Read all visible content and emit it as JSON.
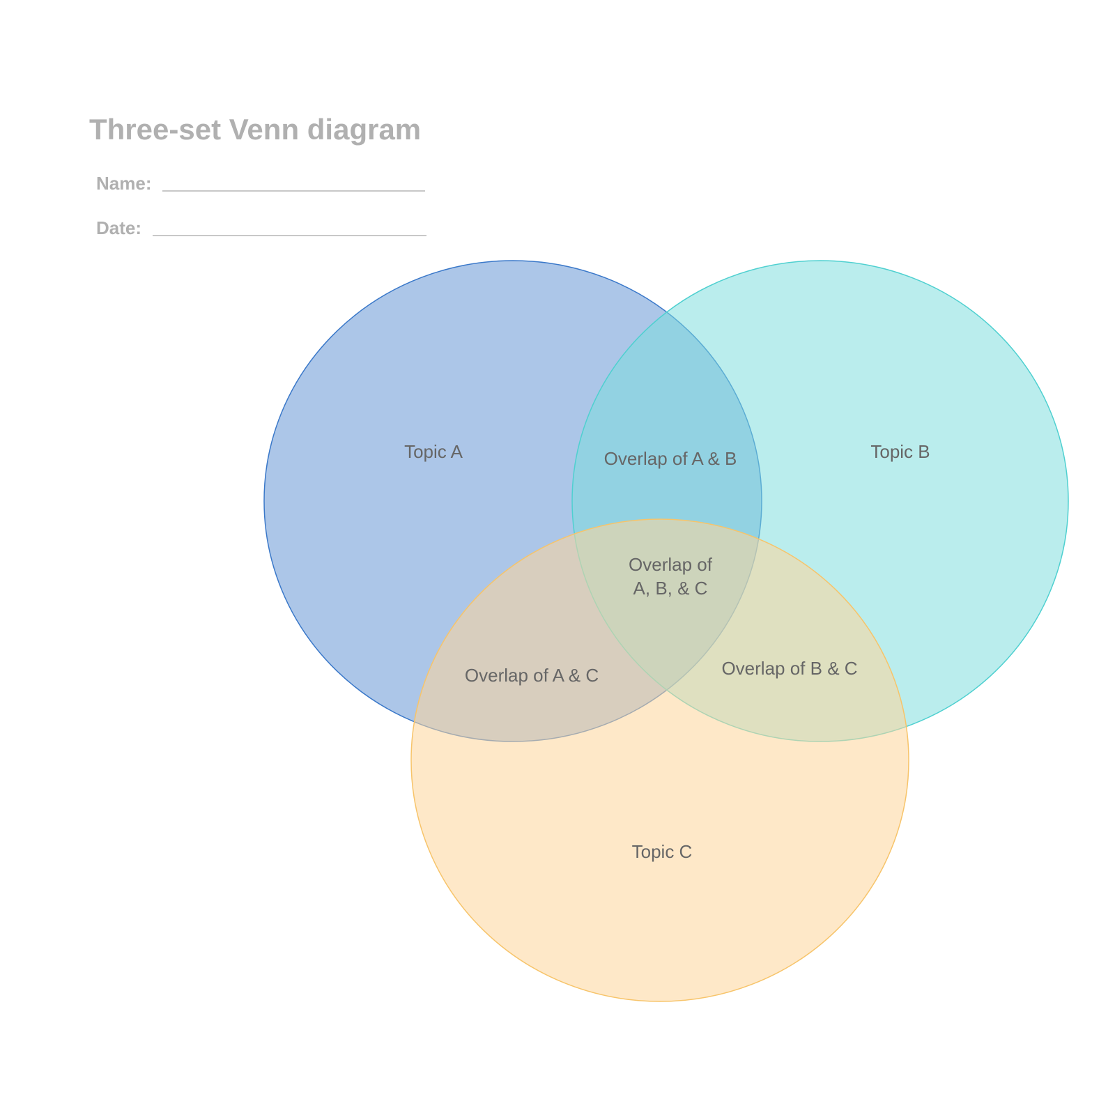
{
  "header": {
    "title": "Three-set Venn diagram",
    "name_label": "Name:",
    "date_label": "Date:"
  },
  "venn": {
    "sets": [
      {
        "id": "A",
        "label": "Topic A",
        "fill": "#6d9bd6",
        "stroke": "#3a78c9"
      },
      {
        "id": "B",
        "label": "Topic B",
        "fill": "#7adcdc",
        "stroke": "#4fd0d0"
      },
      {
        "id": "C",
        "label": "Topic C",
        "fill": "#fdd59a",
        "stroke": "#f7c46a"
      }
    ],
    "overlaps": {
      "ab": "Overlap of A & B",
      "ac": "Overlap of A & C",
      "bc": "Overlap of B & C",
      "abc_line1": "Overlap of",
      "abc_line2": "A, B, & C"
    }
  }
}
